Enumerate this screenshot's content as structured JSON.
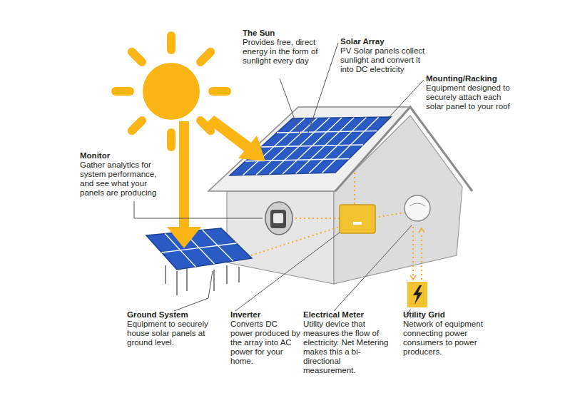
{
  "diagram": {
    "labels": [
      "The Sun",
      "Provides free, direct energy in the form of sunlight every day",
      "Solar Array",
      "PV Solar panels collect sunlight and convert it into DC electricity",
      "Mounting/Racking",
      "Equipment designed to securely attach each solar panel to your roof",
      "Monitor",
      "Gather analytics for system performance, and see what your panels are producing",
      "Ground System",
      "Equipment to securely house solar panels at ground level.",
      "Inverter",
      "Converts DC power produced by the array into AC power for your home.",
      "Electrical Meter",
      "Utility device that measures the flow of electricity. Net Metering makes this a bi-directional measurement.",
      "Utility Grid",
      "Network of equipment connecting power consumers to power producers."
    ]
  }
}
